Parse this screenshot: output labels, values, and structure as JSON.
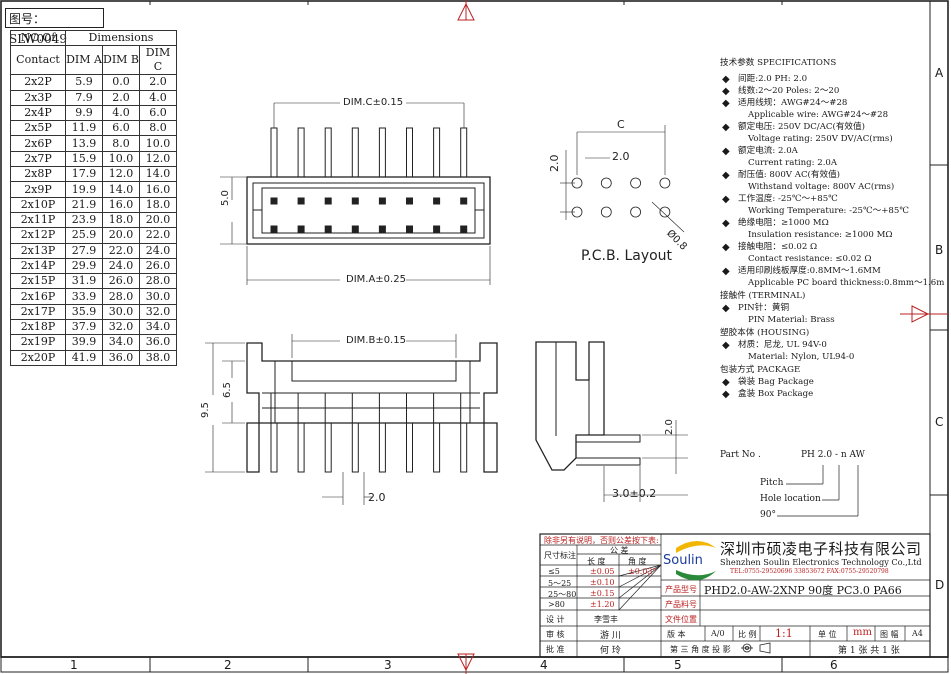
{
  "drawing_no": "图号：SLW0049",
  "table": {
    "head1": "NO.Of",
    "head2": "Contact",
    "head_dims": "Dimensions",
    "cols": [
      "DIM A",
      "DIM B",
      "DIM C"
    ],
    "rows": [
      [
        "2x2P",
        "5.9",
        "0.0",
        "2.0"
      ],
      [
        "2x3P",
        "7.9",
        "2.0",
        "4.0"
      ],
      [
        "2x4P",
        "9.9",
        "4.0",
        "6.0"
      ],
      [
        "2x5P",
        "11.9",
        "6.0",
        "8.0"
      ],
      [
        "2x6P",
        "13.9",
        "8.0",
        "10.0"
      ],
      [
        "2x7P",
        "15.9",
        "10.0",
        "12.0"
      ],
      [
        "2x8P",
        "17.9",
        "12.0",
        "14.0"
      ],
      [
        "2x9P",
        "19.9",
        "14.0",
        "16.0"
      ],
      [
        "2x10P",
        "21.9",
        "16.0",
        "18.0"
      ],
      [
        "2x11P",
        "23.9",
        "18.0",
        "20.0"
      ],
      [
        "2x12P",
        "25.9",
        "20.0",
        "22.0"
      ],
      [
        "2x13P",
        "27.9",
        "22.0",
        "24.0"
      ],
      [
        "2x14P",
        "29.9",
        "24.0",
        "26.0"
      ],
      [
        "2x15P",
        "31.9",
        "26.0",
        "28.0"
      ],
      [
        "2x16P",
        "33.9",
        "28.0",
        "30.0"
      ],
      [
        "2x17P",
        "35.9",
        "30.0",
        "32.0"
      ],
      [
        "2x18P",
        "37.9",
        "32.0",
        "34.0"
      ],
      [
        "2x19P",
        "39.9",
        "34.0",
        "36.0"
      ],
      [
        "2x20P",
        "41.9",
        "36.0",
        "38.0"
      ]
    ]
  },
  "dims": {
    "dim_c": "DIM.C±0.15",
    "dim_a": "DIM.A±0.25",
    "dim_b": "DIM.B±0.15",
    "height_5": "5.0",
    "h_9_5": "9.5",
    "h_6_5": "6.5",
    "pitch_bottom": "2.0",
    "side_2": "2.0",
    "side_3": "3.0±0.2",
    "pcb_c": "C",
    "pcb_2a": "2.0",
    "pcb_2b": "2.0",
    "pcb_hole": "Ø0.8",
    "pcb_title": "P.C.B. Layout"
  },
  "specs": {
    "title": "技术参数   SPECIFICATIONS",
    "items": [
      {
        "l1": "间距:2.0   PH: 2.0"
      },
      {
        "l1": "线数:2～20       Poles: 2～20"
      },
      {
        "l1": "适用线规：AWG#24～#28",
        "l2": "Applicable wire: AWG#24～#28"
      },
      {
        "l1": "额定电压: 250V DC/AC(有效值)",
        "l2": "Voltage rating: 250V DV/AC(rms)"
      },
      {
        "l1": "额定电流: 2.0A",
        "l2": "Current rating: 2.0A"
      },
      {
        "l1": "耐压值: 800V AC(有效值)",
        "l2": "Withstand voltage: 800V AC(rms)"
      },
      {
        "l1": "工作温度: -25℃～+85℃",
        "l2": "Working Temperature: -25℃～+85℃"
      },
      {
        "l1": "绝缘电阻：≥1000 MΩ",
        "l2": "Insulation resistance: ≥1000 MΩ"
      },
      {
        "l1": "接触电阻：≤0.02 Ω",
        "l2": "Contact resistance: ≤0.02 Ω"
      },
      {
        "l1": "适用印刷线板厚度:0.8MM～1.6MM",
        "l2": "Applicable PC board thickness:0.8mm～1.6m"
      }
    ],
    "terminal_title": "接触件 (TERMINAL)",
    "terminal_l1": "PIN针：黄铜",
    "terminal_l2": "PIN Material: Brass",
    "housing_title": "塑胶本体 (HOUSING)",
    "housing_l1": "材质：尼龙, UL 94V-0",
    "housing_l2": "Material: Nylon, UL94-0",
    "package_title": "包装方式    PACKAGE",
    "package_l1": "袋装   Bag Package",
    "package_l2": "盒装   Box Package"
  },
  "partno": {
    "label": "Part No .",
    "code": "PH 2.0 - n  AW",
    "pitch": "Pitch",
    "hole": "Hole location",
    "angle": "90°"
  },
  "title_block": {
    "note": "除非另有说明，否则公差按下表:",
    "size_label": "尺寸标注",
    "tol_label": "公 差",
    "len_label": "长 度",
    "ang_label": "角 度",
    "tol_rows": [
      [
        "≤5",
        "±0.05",
        "±0.03°"
      ],
      [
        "5～25",
        "±0.10",
        ""
      ],
      [
        "25～80",
        "±0.15",
        ""
      ],
      [
        ">80",
        "±1.20",
        ""
      ]
    ],
    "design_label": "设 计",
    "design_name": "李雪丰",
    "review_label": "审 核",
    "review_name": "游 川",
    "approve_label": "批 准",
    "approve_name": "何 玲",
    "company_cn": "深圳市硕凌电子科技有限公司",
    "company_en": "Shenzhen Soulin Electronics Technology Co.,Ltd",
    "company_tel": "TEL:0755-29520696  33853672   FAX:0755-29520798",
    "logo": "Soulin",
    "model_label": "产品型号",
    "model": "PHD2.0-AW-2XNP 90度 PC3.0 PA66",
    "item_label": "产品料号",
    "file_label": "文件位置",
    "ver_label": "版 本",
    "ver_value": "A/0",
    "scale_label": "比 例",
    "scale_value": "1:1",
    "unit_label": "单 位",
    "unit_value": "mm",
    "size2_label": "图 幅",
    "size2_value": "A4",
    "proj_label": "第 三 角 度 投 影",
    "sheet_label": "第 1  张 共 1 张"
  },
  "border": {
    "cols": [
      "1",
      "2",
      "3",
      "4",
      "5",
      "6"
    ],
    "rows": [
      "A",
      "B",
      "C",
      "D"
    ]
  }
}
